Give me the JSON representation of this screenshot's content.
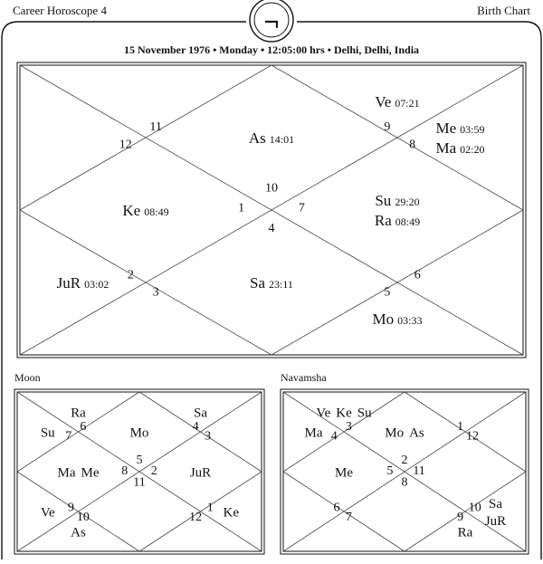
{
  "header": {
    "left_title": "Career Horoscope 4",
    "right_title": "Birth Chart",
    "badge_symbol": "¬",
    "birth_info": "15 November 1976 • Monday • 12:05:00 hrs • Delhi, Delhi, India"
  },
  "birth_chart": {
    "houses": [
      {
        "sign": "10",
        "planets": [
          {
            "name": "As",
            "degree": "14:01"
          }
        ]
      },
      {
        "sign": "9",
        "planets": [
          {
            "name": "Ve",
            "degree": "07:21"
          }
        ]
      },
      {
        "sign": "8",
        "planets": [
          {
            "name": "Me",
            "degree": "03:59"
          },
          {
            "name": "Ma",
            "degree": "02:20"
          }
        ]
      },
      {
        "sign": "7",
        "planets": [
          {
            "name": "Su",
            "degree": "29:20"
          },
          {
            "name": "Ra",
            "degree": "08:49"
          }
        ]
      },
      {
        "sign": "6",
        "planets": []
      },
      {
        "sign": "5",
        "planets": [
          {
            "name": "Mo",
            "degree": "03:33"
          }
        ]
      },
      {
        "sign": "4",
        "planets": [
          {
            "name": "Sa",
            "degree": "23:11"
          }
        ]
      },
      {
        "sign": "3",
        "planets": []
      },
      {
        "sign": "2",
        "planets": [
          {
            "name": "JuR",
            "degree": "03:02"
          }
        ]
      },
      {
        "sign": "1",
        "planets": [
          {
            "name": "Ke",
            "degree": "08:49"
          }
        ]
      },
      {
        "sign": "12",
        "planets": []
      },
      {
        "sign": "11",
        "planets": []
      }
    ]
  },
  "moon_chart": {
    "title": "Moon",
    "houses": [
      {
        "sign": "5",
        "planets": [
          "Mo"
        ]
      },
      {
        "sign": "4",
        "planets": [
          "Sa"
        ]
      },
      {
        "sign": "3",
        "planets": []
      },
      {
        "sign": "2",
        "planets": [
          "JuR"
        ]
      },
      {
        "sign": "1",
        "planets": [
          "Ke"
        ]
      },
      {
        "sign": "12",
        "planets": []
      },
      {
        "sign": "11",
        "planets": []
      },
      {
        "sign": "10",
        "planets": [
          "As"
        ]
      },
      {
        "sign": "9",
        "planets": [
          "Ve"
        ]
      },
      {
        "sign": "8",
        "planets": [
          "Ma",
          "Me"
        ]
      },
      {
        "sign": "7",
        "planets": [
          "Su"
        ]
      },
      {
        "sign": "6",
        "planets": [
          "Ra"
        ]
      }
    ]
  },
  "navamsha_chart": {
    "title": "Navamsha",
    "houses": [
      {
        "sign": "2",
        "planets": [
          "Mo",
          "As"
        ]
      },
      {
        "sign": "1",
        "planets": []
      },
      {
        "sign": "12",
        "planets": []
      },
      {
        "sign": "11",
        "planets": []
      },
      {
        "sign": "10",
        "planets": [
          "Sa",
          "JuR"
        ]
      },
      {
        "sign": "9",
        "planets": [
          "Ra"
        ]
      },
      {
        "sign": "8",
        "planets": []
      },
      {
        "sign": "7",
        "planets": []
      },
      {
        "sign": "6",
        "planets": []
      },
      {
        "sign": "5",
        "planets": [
          "Me"
        ]
      },
      {
        "sign": "4",
        "planets": [
          "Ma"
        ]
      },
      {
        "sign": "3",
        "planets": [
          "Ve",
          "Ke",
          "Su"
        ]
      }
    ]
  }
}
